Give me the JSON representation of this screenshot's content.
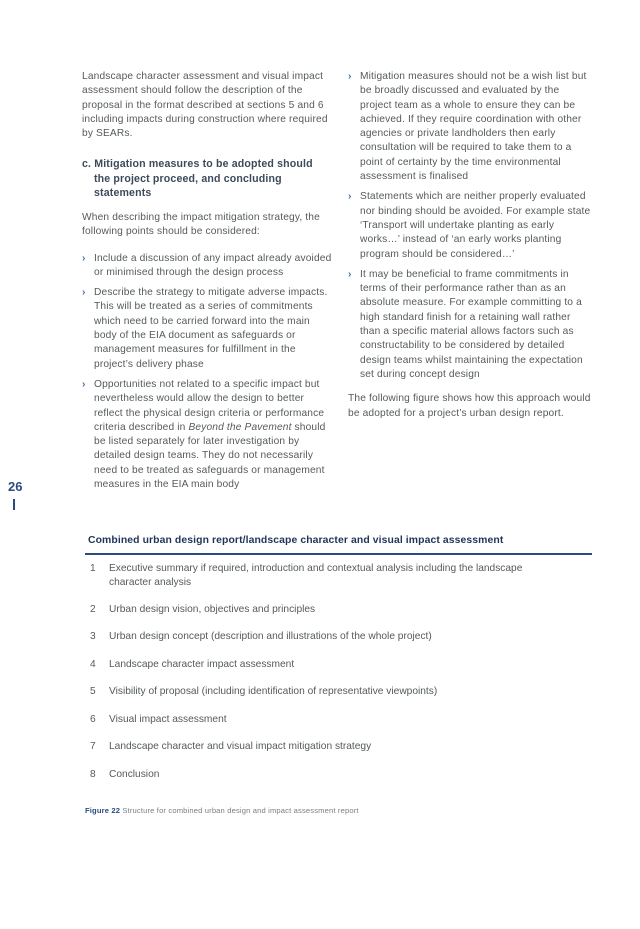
{
  "page_number": "26",
  "left_column": {
    "intro": "Landscape character assessment and visual impact assessment should follow the description of the proposal in the format described at sections 5 and 6 including impacts during construction where required by SEARs.",
    "heading": "c. Mitigation measures to be adopted should the project proceed, and concluding statements",
    "lead": "When describing the impact mitigation strategy, the following points should be considered:",
    "bullets": [
      "Include a discussion of any impact already avoided or minimised through the design process",
      "Describe the strategy to mitigate adverse impacts. This will be treated as a series of commitments which need to be carried forward into the main body of the EIA document as safeguards or management measures for fulfillment in the project’s delivery phase"
    ],
    "bullet3": {
      "before": "Opportunities not related to a specific impact but nevertheless would allow the design to better reflect the physical design criteria or performance criteria described in ",
      "emphasis": "Beyond the Pavement",
      "after": " should be listed separately for later investigation by detailed design teams. They do not necessarily need to be treated as safeguards or management measures in the EIA main body"
    }
  },
  "right_column": {
    "bullets": [
      "Mitigation measures should not be a wish list but be broadly discussed and evaluated by the project team as a whole to ensure they can be achieved. If they require coordination with other agencies or private landholders then early consultation will be required to take them to a point of certainty by the time environmental assessment is finalised",
      "Statements which are neither properly evaluated nor binding should be avoided. For example state ‘Transport will undertake planting as early works…’ instead of ‘an early works planting program should be considered…’",
      "It may be beneficial to frame commitments in terms of their performance rather than as an absolute measure. For example committing to a high standard finish for a retaining wall rather than a specific material allows factors such as constructability to be considered by detailed design teams whilst maintaining the expectation set during concept design"
    ],
    "closing": "The following figure shows how this approach would be adopted for a project’s urban design report."
  },
  "table": {
    "title": "Combined urban design report/landscape character and visual impact assessment",
    "rows": [
      {
        "num": "1",
        "text": "Executive summary if required, introduction and contextual analysis including the landscape character analysis"
      },
      {
        "num": "2",
        "text": "Urban design vision, objectives and principles"
      },
      {
        "num": "3",
        "text": "Urban design concept (description and illustrations of the whole project)"
      },
      {
        "num": "4",
        "text": "Landscape character impact assessment"
      },
      {
        "num": "5",
        "text": "Visibility of proposal (including identification of representative viewpoints)"
      },
      {
        "num": "6",
        "text": "Visual impact assessment"
      },
      {
        "num": "7",
        "text": "Landscape character and visual impact mitigation strategy"
      },
      {
        "num": "8",
        "text": "Conclusion"
      }
    ]
  },
  "caption": {
    "label": "Figure 22",
    "text": " Structure for combined urban design and impact assessment report"
  },
  "colors": {
    "accent": "#2b4b80",
    "body_text": "#555a5c",
    "bullet": "#4a6fa5"
  }
}
